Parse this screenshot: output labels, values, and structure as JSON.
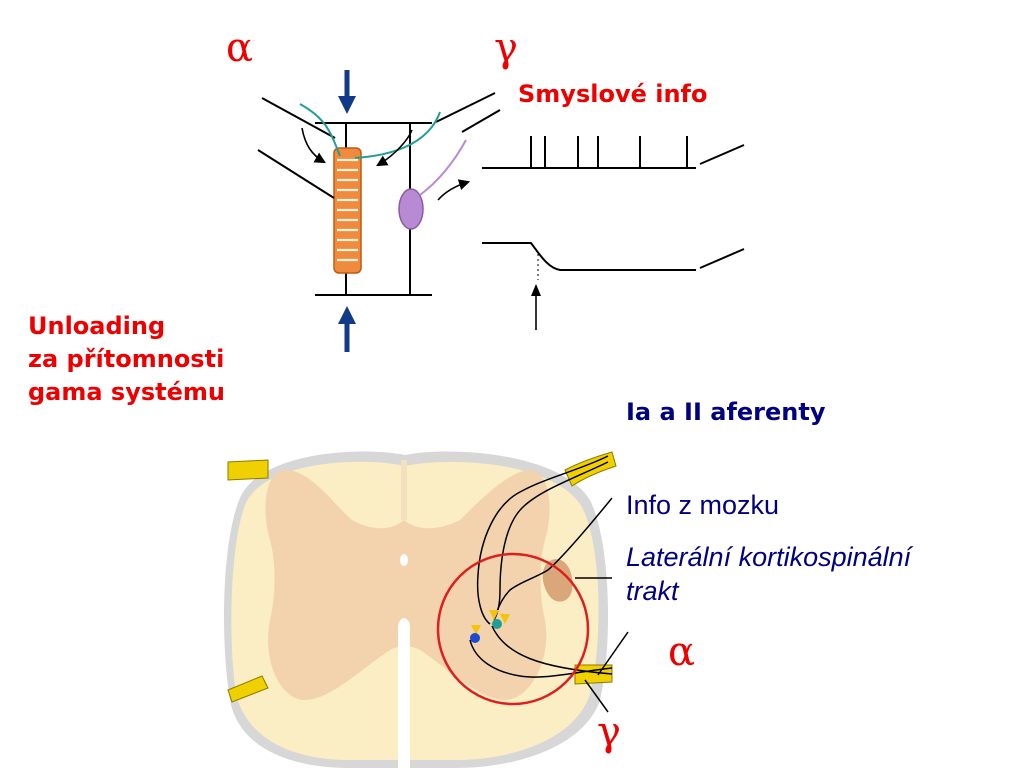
{
  "colors": {
    "red": "#ee0000",
    "navy": "#000080",
    "arrow_blue": "#123a88",
    "muscle_orange": "#f08a3c",
    "muscle_stripe": "#fff4e0",
    "sensory_purple": "#b98ad4",
    "afferent_teal": "#1f9e97",
    "cord_white": "#fbeec4",
    "cord_gray": "#f2d3ad",
    "root_yellow": "#f0d000",
    "tract_brown": "#d9a77a",
    "circle_red": "#dd1f1f",
    "pia_gray": "#d7d7d7"
  },
  "labels": {
    "alpha_top": "α",
    "gamma_top": "γ",
    "sensory_info": "Smyslové info",
    "unloading_lines": [
      "Unloading",
      "za přítomnosti",
      "gama systému"
    ],
    "afferents": "Ia a II aferenty",
    "brain_info": "Info z mozku",
    "tract_lines": [
      "Laterální kortikospinální",
      "trakt"
    ],
    "alpha_bottom": "α",
    "gamma_bottom": "γ"
  }
}
